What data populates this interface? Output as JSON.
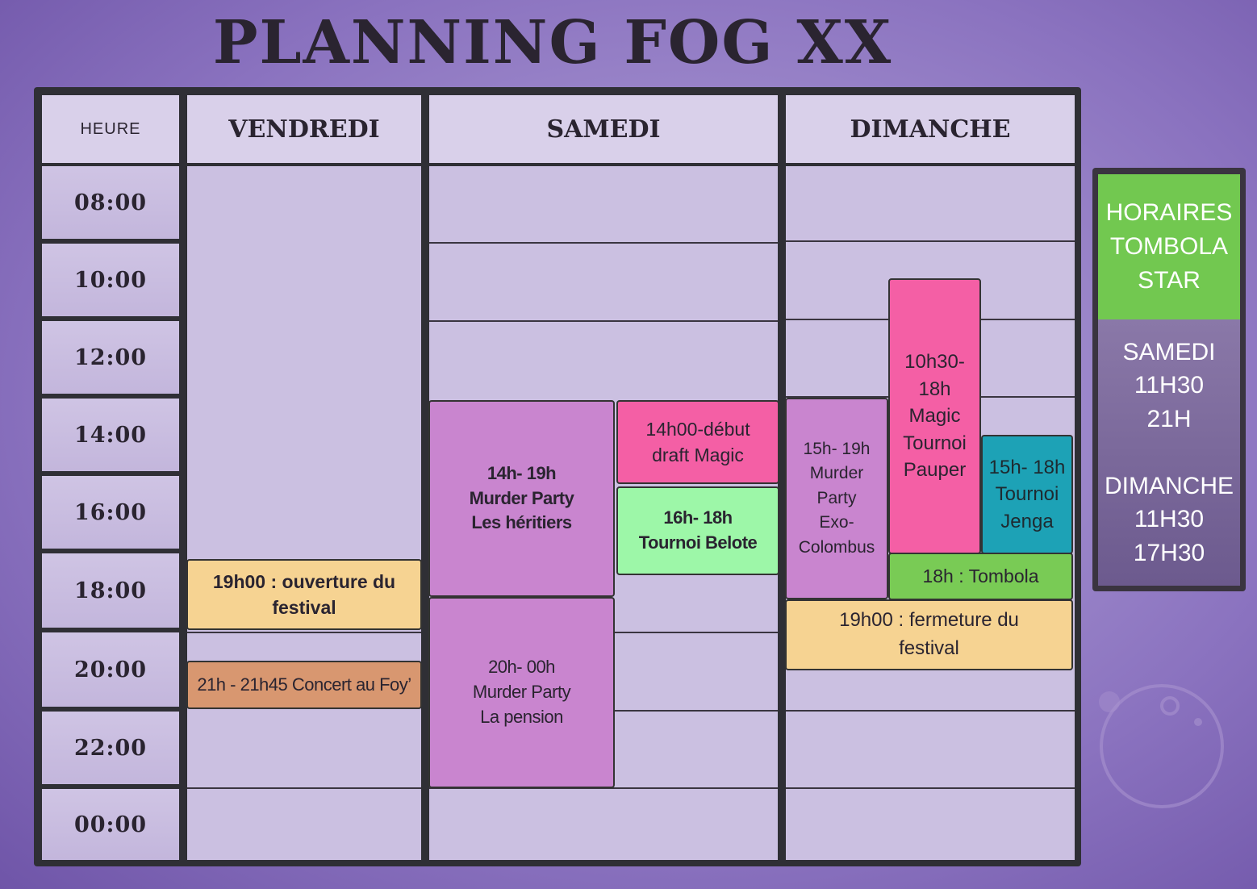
{
  "title": "PLANNING FOG XX",
  "columns": {
    "hour": "HEURE",
    "friday": "VENDREDI",
    "saturday": "SAMEDI",
    "sunday": "DIMANCHE"
  },
  "hours": [
    "08:00",
    "10:00",
    "12:00",
    "14:00",
    "16:00",
    "18:00",
    "20:00",
    "22:00",
    "00:00"
  ],
  "events": {
    "friday_opening": "19h00 : ouverture du\nfestival",
    "friday_concert": "21h - 21h45 Concert au Foy’",
    "sat_murder1": "14h- 19h\nMurder Party\nLes héritiers",
    "sat_draft": "14h00-début\ndraft Magic",
    "sat_belote": "16h- 18h\nTournoi Belote",
    "sat_murder2": "20h- 00h\nMurder Party\nLa pension",
    "sun_murder": "15h- 19h\nMurder\nParty\nExo-\nColombus",
    "sun_magic": "10h30-\n18h\nMagic\nTournoi\nPauper",
    "sun_jenga": "15h- 18h\nTournoi\nJenga",
    "sun_tombola": "18h : Tombola",
    "sun_closing": "19h00 : fermeture du\nfestival"
  },
  "sidebar": {
    "heading": "HORAIRES\nTOMBOLA\nSTAR",
    "schedule": "SAMEDI\n11H30\n21H\n\nDIMANCHE\n11H30\n17H30"
  },
  "colors": {
    "violet": "#c985cf",
    "pink": "#f45fa5",
    "mint": "#9df7a8",
    "peach": "#f6d392",
    "orange": "#d89770",
    "green": "#79cb55",
    "teal": "#1da2b6"
  }
}
